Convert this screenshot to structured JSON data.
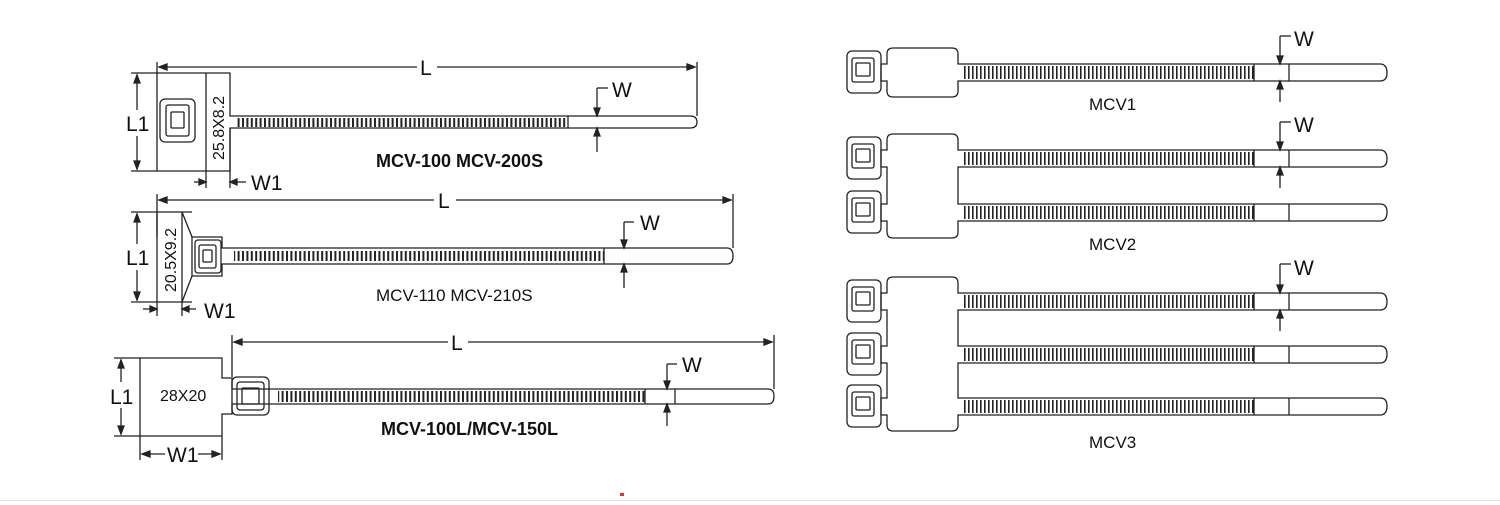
{
  "title": "Cable tie marker dimension diagrams",
  "labels": {
    "L": "L",
    "W": "W",
    "L1": "L1",
    "W1": "W1"
  },
  "ties": [
    {
      "id": "mcv100",
      "caption": "MCV-100 MCV-200S",
      "head_size": "25.8X8.2"
    },
    {
      "id": "mcv110",
      "caption": "MCV-110 MCV-210S",
      "head_size": "20.5X9.2"
    },
    {
      "id": "mcv100l",
      "caption": "MCV-100L/MCV-150L",
      "head_size": "28X20"
    }
  ],
  "variants": [
    {
      "id": "mcv1",
      "caption": "MCV1",
      "ties": 1
    },
    {
      "id": "mcv2",
      "caption": "MCV2",
      "ties": 2
    },
    {
      "id": "mcv3",
      "caption": "MCV3",
      "ties": 3
    }
  ],
  "colors": {
    "line": "#222222"
  }
}
